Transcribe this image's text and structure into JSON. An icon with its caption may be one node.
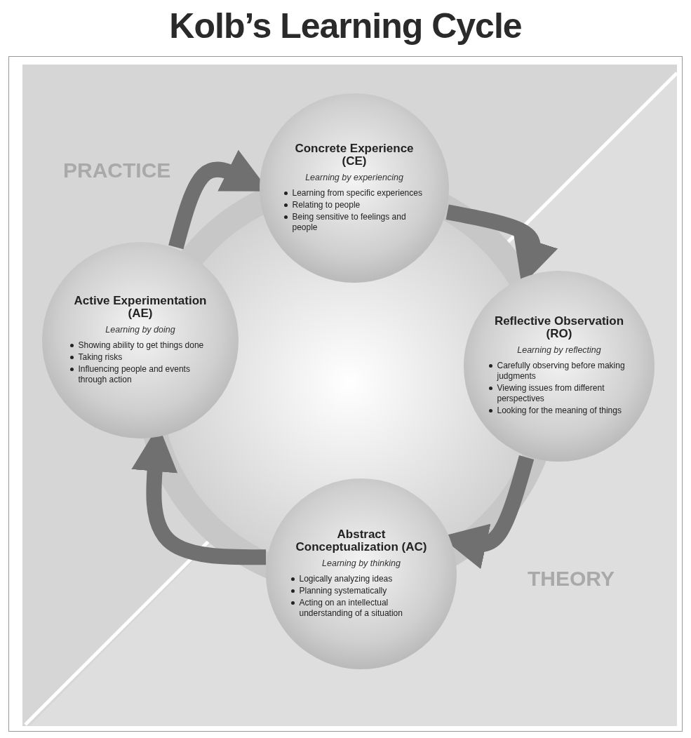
{
  "diagram": {
    "title": "Kolb’s Learning Cycle",
    "nodes": [
      {
        "text": [
          "Concrete Experience (CE)",
          "Learning by experiencing",
          "Learning from specific experiences",
          "Relating to people",
          "Being sensitive to feelings and people"
        ]
      },
      {
        "text": [
          "Reflective Observation (RO)",
          "Learning by reflecting",
          "Carefully observing before making judgments",
          "Viewing issues from different perspectives",
          "Looking for the meaning of things"
        ]
      },
      {
        "text": [
          "Abstract Conceptualization (AC)",
          "Learning by thinking",
          "Logically analyzing ideas",
          "Planning systematically",
          "Acting on an intellectual understanding of a situation"
        ]
      },
      {
        "text": [
          "Active Experimentation (AE)",
          "Learning by doing",
          "Showing ability to get things done",
          "Taking risks",
          "Influencing people and events through action"
        ]
      }
    ],
    "edges": [
      {
        "from": 3,
        "to": 0,
        "arrow": "to"
      },
      {
        "from": 0,
        "to": 1,
        "arrow": "to"
      },
      {
        "from": 1,
        "to": 2,
        "arrow": "to"
      },
      {
        "from": 2,
        "to": 3,
        "arrow": "to"
      }
    ],
    "labels": [
      "PRACTICE",
      "THEORY"
    ]
  }
}
